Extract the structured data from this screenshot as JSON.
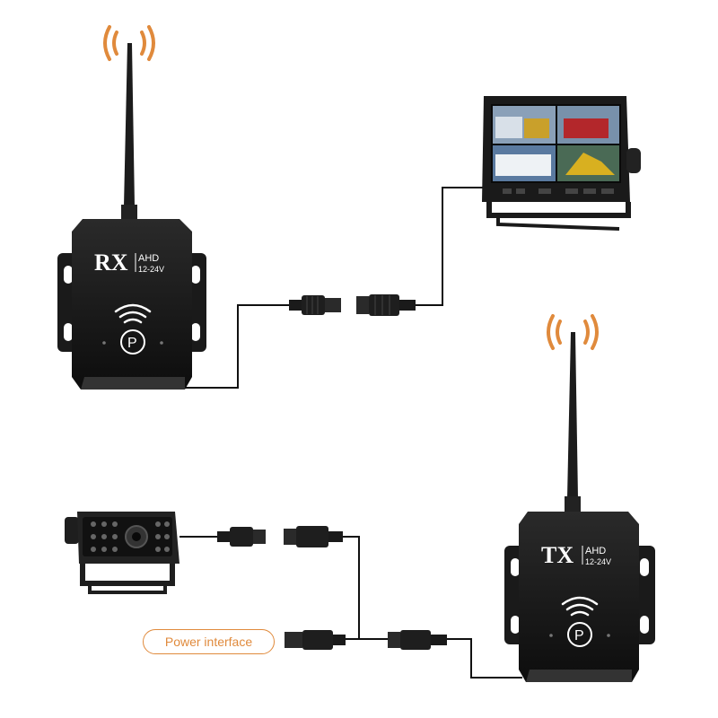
{
  "rx_unit": {
    "model": "RX",
    "type": "AHD",
    "voltage": "12-24V",
    "button_label": "P"
  },
  "tx_unit": {
    "model": "TX",
    "type": "AHD",
    "voltage": "12-24V",
    "button_label": "P"
  },
  "power_interface": {
    "label": "Power interface"
  },
  "colors": {
    "signal": "#e08a3c",
    "device": "#1a1a1a",
    "cable": "#111111"
  }
}
